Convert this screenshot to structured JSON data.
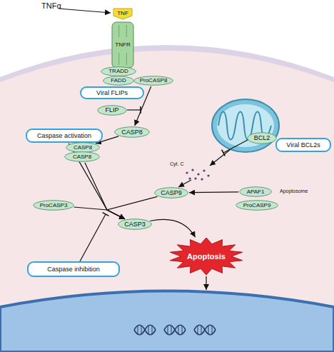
{
  "diagram": {
    "nodes": [
      {
        "text": [
          "TNF"
        ]
      },
      {
        "text": [
          "TNFR"
        ]
      },
      {
        "text": [
          "TRADD"
        ]
      },
      {
        "text": [
          "FADD"
        ]
      },
      {
        "text": [
          "ProCASP8"
        ]
      },
      {
        "text": [
          "Viral FLIPs"
        ]
      },
      {
        "text": [
          "FLIP"
        ]
      },
      {
        "text": [
          "CASP8"
        ]
      },
      {
        "text": [
          "BCL2"
        ]
      },
      {
        "text": [
          "Viral BCL2s"
        ]
      },
      {
        "text": [
          "Caspase activation"
        ]
      },
      {
        "text": [
          "CASP8"
        ]
      },
      {
        "text": [
          "CASP8"
        ]
      },
      {
        "text": [
          "CASP9"
        ]
      },
      {
        "text": [
          "APAF1"
        ]
      },
      {
        "text": [
          "ProCASP9"
        ]
      },
      {
        "text": [
          "ProCASP3"
        ]
      },
      {
        "text": [
          "CASP3"
        ]
      },
      {
        "text": [
          "Caspase inhibition"
        ]
      },
      {
        "text": [
          "Apoptosis"
        ]
      }
    ],
    "edges": [
      {
        "from": 4,
        "to": 7,
        "arrow": "to"
      },
      {
        "from": 7,
        "to": 11,
        "arrow": "to"
      },
      {
        "from": 10,
        "to": 17,
        "arrow": "to"
      },
      {
        "from": 12,
        "to": 17,
        "arrow": "to"
      },
      {
        "from": 13,
        "to": 17,
        "arrow": "to"
      },
      {
        "from": 16,
        "to": 17,
        "arrow": "to"
      },
      {
        "from": 14,
        "to": 13,
        "arrow": "to"
      },
      {
        "from": 17,
        "to": 19,
        "arrow": "to"
      }
    ],
    "labels": [
      "TNFα",
      "Cyt. C",
      "Apoptosome"
    ]
  }
}
